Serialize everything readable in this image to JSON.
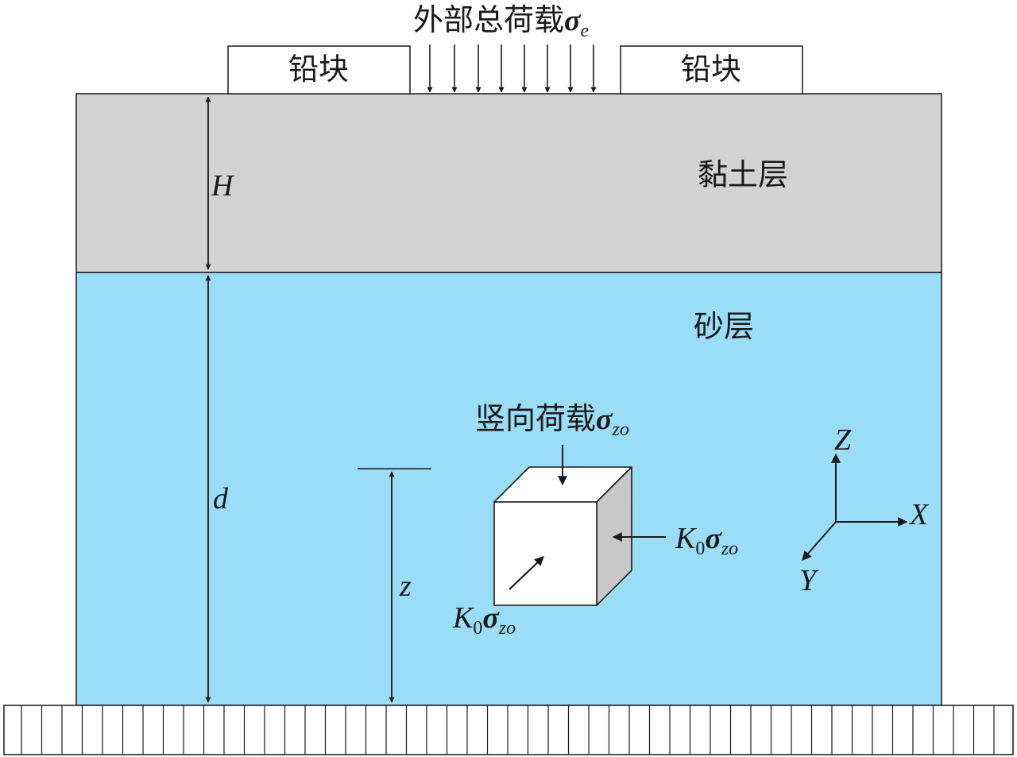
{
  "colors": {
    "clay": "#d3d3d3",
    "sand": "#9bdcf6",
    "cube_front": "#ffffff",
    "cube_side": "#c8c8c8",
    "stroke": "#1a1a1a",
    "base": "#ffffff"
  },
  "labels": {
    "external_load_text": "外部总荷载",
    "sigma": "σ",
    "sub_e": "e",
    "lead_block_left": "铅块",
    "lead_block_right": "铅块",
    "clay_layer": "黏土层",
    "sand_layer": "砂层",
    "vertical_load_text": "竖向荷载",
    "sub_zo": "zo",
    "k_letter": "K",
    "k_sub": "0",
    "H": "H",
    "d": "d",
    "z": "z",
    "axis_z": "Z",
    "axis_x": "X",
    "axis_y": "Y"
  }
}
